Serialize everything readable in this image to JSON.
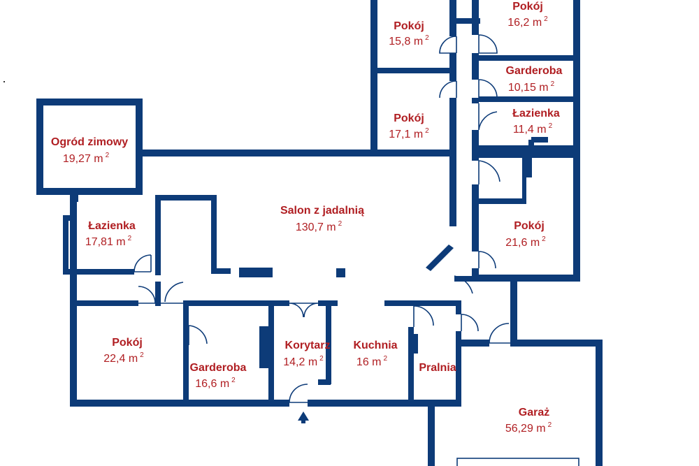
{
  "colors": {
    "wall": "#0d3b78",
    "label": "#b01e22",
    "background": "#ffffff"
  },
  "rooms": [
    {
      "id": "pokoj-a",
      "name": "Pokój",
      "area": "15,8 m",
      "unit_sup": "2"
    },
    {
      "id": "pokoj-b",
      "name": "Pokój",
      "area": "16,2 m",
      "unit_sup": "2"
    },
    {
      "id": "garderoba-a",
      "name": "Garderoba",
      "area": "10,15 m",
      "unit_sup": "2"
    },
    {
      "id": "pokoj-c",
      "name": "Pokój",
      "area": "17,1 m",
      "unit_sup": "2"
    },
    {
      "id": "lazienka-a",
      "name": "Łazienka",
      "area": "11,4 m",
      "unit_sup": "2"
    },
    {
      "id": "ogrod",
      "name": "Ogród zimowy",
      "area": "19,27 m",
      "unit_sup": "2"
    },
    {
      "id": "salon",
      "name": "Salon z jadalnią",
      "area": "130,7 m",
      "unit_sup": "2"
    },
    {
      "id": "lazienka-b",
      "name": "Łazienka",
      "area": "17,81 m",
      "unit_sup": "2"
    },
    {
      "id": "pokoj-d",
      "name": "Pokój",
      "area": "21,6 m",
      "unit_sup": "2"
    },
    {
      "id": "pokoj-e",
      "name": "Pokój",
      "area": "22,4 m",
      "unit_sup": "2"
    },
    {
      "id": "garderoba-b",
      "name": "Garderoba",
      "area": "16,6 m",
      "unit_sup": "2"
    },
    {
      "id": "korytarz",
      "name": "Korytarz",
      "area": "14,2 m",
      "unit_sup": "2"
    },
    {
      "id": "kuchnia",
      "name": "Kuchnia",
      "area": "16 m",
      "unit_sup": "2"
    },
    {
      "id": "pralnia",
      "name": "Pralnia",
      "area": "",
      "unit_sup": ""
    },
    {
      "id": "garaz",
      "name": "Garaż",
      "area": "56,29 m",
      "unit_sup": "2"
    }
  ]
}
